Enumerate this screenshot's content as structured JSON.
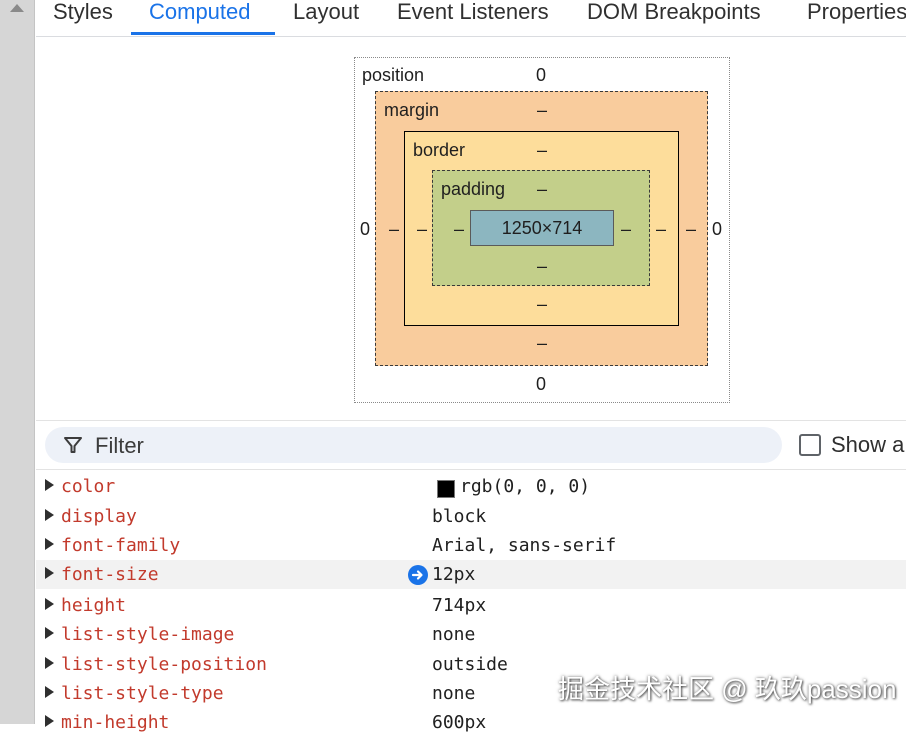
{
  "tabs": [
    {
      "label": "Styles"
    },
    {
      "label": "Computed"
    },
    {
      "label": "Layout"
    },
    {
      "label": "Event Listeners"
    },
    {
      "label": "DOM Breakpoints"
    },
    {
      "label": "Properties"
    }
  ],
  "active_tab": "Computed",
  "box_model": {
    "position": {
      "label": "position",
      "top": "0",
      "left": "0",
      "right": "0",
      "bottom": "0"
    },
    "margin": {
      "label": "margin",
      "top": "–",
      "left": "–",
      "right": "–",
      "bottom": "–"
    },
    "border": {
      "label": "border",
      "top": "–",
      "left": "–",
      "right": "–",
      "bottom": "–"
    },
    "padding": {
      "label": "padding",
      "top": "–",
      "left": "–",
      "right": "–",
      "bottom": "–"
    },
    "content": "1250×714"
  },
  "filter": {
    "placeholder": "Filter",
    "show_all_label": "Show a"
  },
  "properties": [
    {
      "name": "color",
      "value": "rgb(0, 0, 0)",
      "swatch": "#000000"
    },
    {
      "name": "display",
      "value": "block"
    },
    {
      "name": "font-family",
      "value": "Arial, sans-serif"
    },
    {
      "name": "font-size",
      "value": "12px"
    },
    {
      "name": "height",
      "value": "714px"
    },
    {
      "name": "list-style-image",
      "value": "none"
    },
    {
      "name": "list-style-position",
      "value": "outside"
    },
    {
      "name": "list-style-type",
      "value": "none"
    },
    {
      "name": "min-height",
      "value": "600px"
    }
  ],
  "watermark": "掘金技术社区 @ 玖玖passion",
  "colors": {
    "accent": "#1a73e8",
    "property_name": "#c23a2c",
    "margin_box": "#f9cc9d",
    "border_box": "#fddd9b",
    "padding_box": "#c3cf8a",
    "content_box": "#8cb6c0"
  }
}
